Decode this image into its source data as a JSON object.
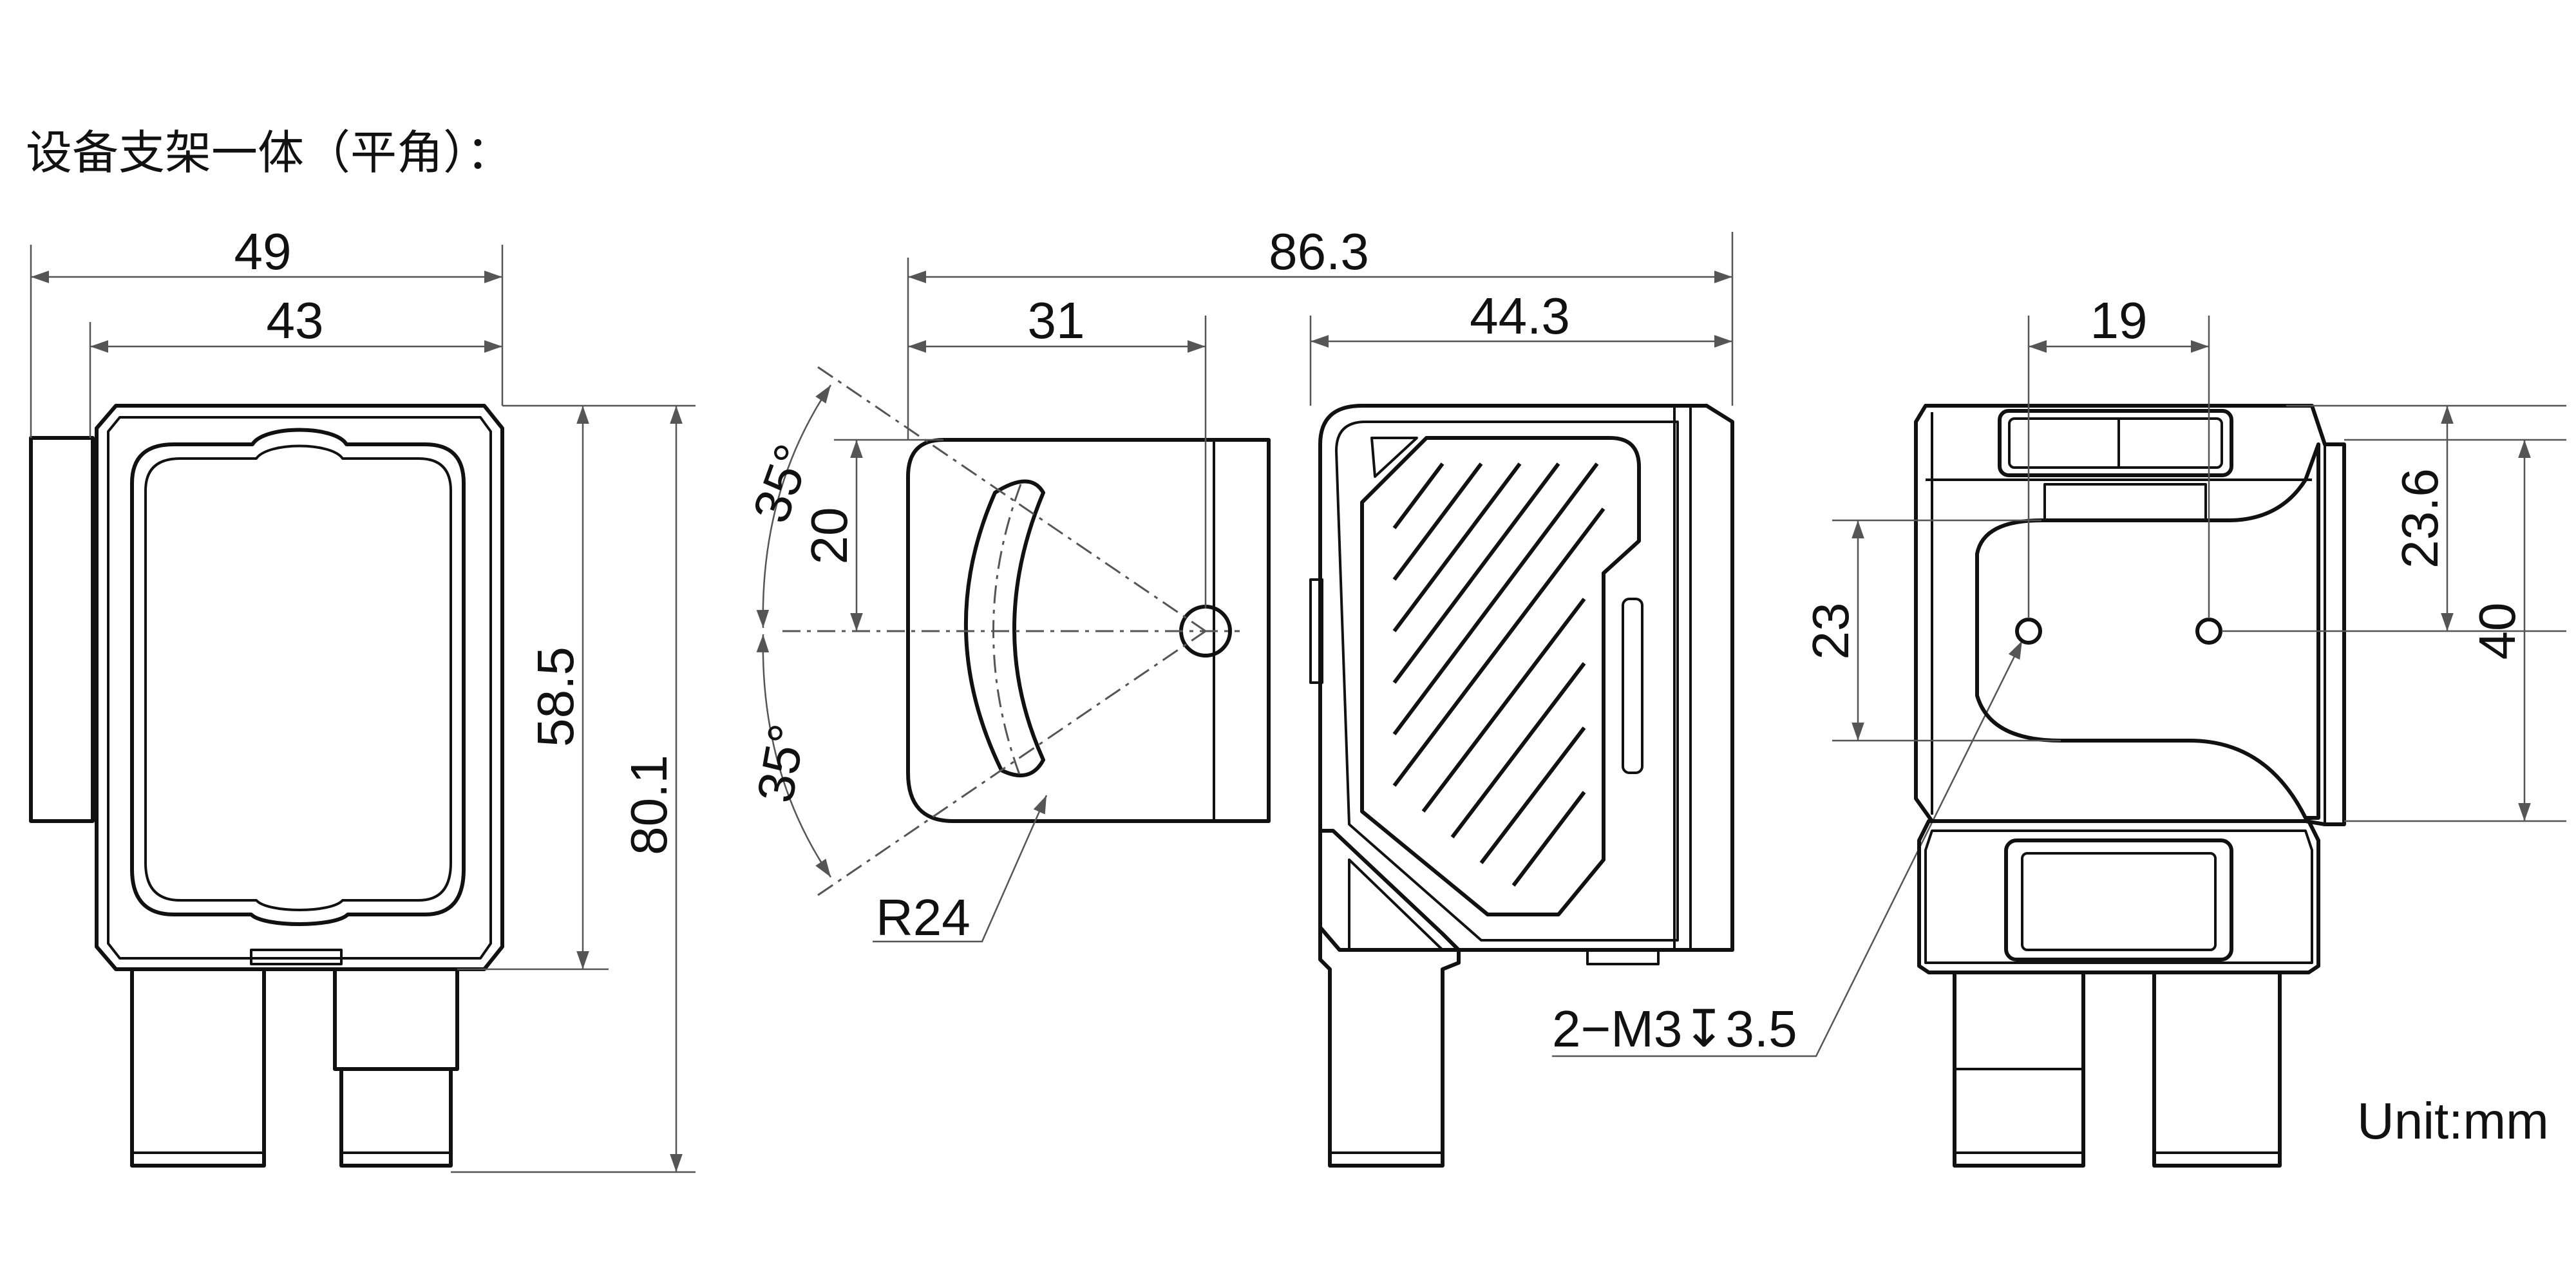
{
  "title": "设备支架一体（平角）：",
  "unit": "Unit:mm",
  "front_view": {
    "width_outer": "49",
    "width_inner": "43",
    "height_body": "58.5",
    "height_total": "80.1"
  },
  "side_view": {
    "width_total": "86.3",
    "width_bracket": "31",
    "width_camera": "44.3",
    "offset_20": "20",
    "angle_top": "35°",
    "angle_bottom": "35°",
    "radius": "R24",
    "thread_note": "2−M3↧3.5"
  },
  "rear_view": {
    "hole_spacing": "19",
    "dim_23": "23",
    "dim_23_6": "23.6",
    "dim_40": "40"
  }
}
